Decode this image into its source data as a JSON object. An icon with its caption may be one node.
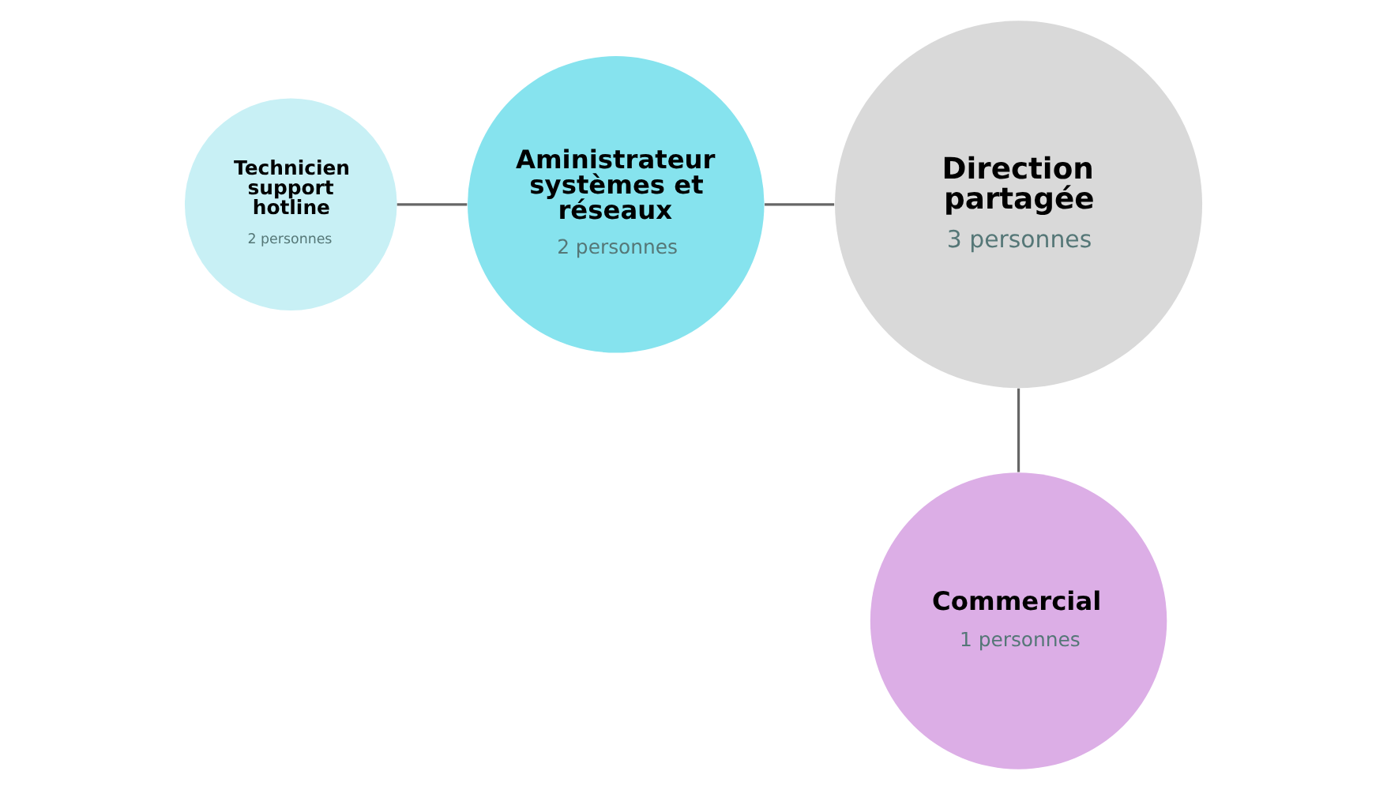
{
  "diagram": {
    "nodes": [
      {
        "text": [
          "Technicien support hotline",
          "2 personnes"
        ]
      },
      {
        "text": [
          "Aministrateur systèmes et réseaux",
          "2 personnes"
        ]
      },
      {
        "text": [
          "Direction partagée",
          "3 personnes"
        ]
      },
      {
        "text": [
          "Commercial",
          "1 personnes"
        ]
      }
    ],
    "edges": [
      {
        "from": 0,
        "to": 1,
        "arrow": "none"
      },
      {
        "from": 1,
        "to": 2,
        "arrow": "none"
      },
      {
        "from": 2,
        "to": 3,
        "arrow": "none"
      }
    ]
  }
}
